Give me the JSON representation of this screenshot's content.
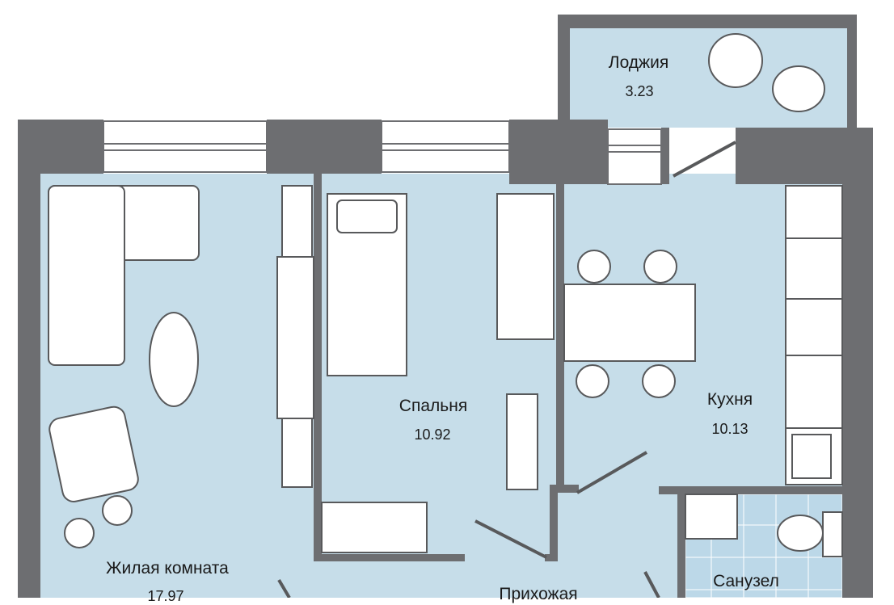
{
  "rooms": [
    {
      "name": "Лоджия",
      "area": "3.23"
    },
    {
      "name": "Спальня",
      "area": "10.92"
    },
    {
      "name": "Кухня",
      "area": "10.13"
    },
    {
      "name": "Жилая комната",
      "area": "17.97"
    },
    {
      "name": "Прихожая",
      "area": ""
    },
    {
      "name": "Санузел",
      "area": ""
    }
  ],
  "colors": {
    "wall": "#6d6e71",
    "floor": "#c6dde9",
    "furniture": "#ffffff",
    "line": "#58595b"
  }
}
